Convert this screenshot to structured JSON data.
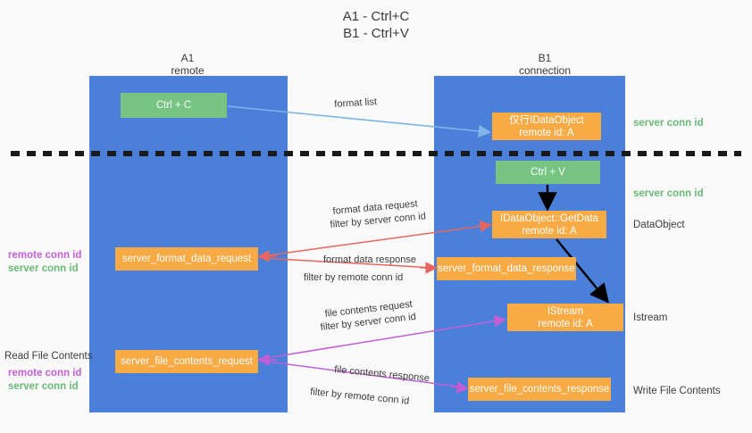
{
  "title": {
    "line1": "A1 - Ctrl+C",
    "line2": "B1 - Ctrl+V"
  },
  "lanes": [
    {
      "id": "a1",
      "name": "A1",
      "role": "remote",
      "color": "#4a80da"
    },
    {
      "id": "b1",
      "name": "B1",
      "role": "connection",
      "color": "#4a80da"
    }
  ],
  "colors": {
    "lane_blue": "#4a80da",
    "green_box": "#77c583",
    "orange_box": "#f8aa45",
    "server_conn_id": "#6aba77",
    "remote_conn_id": "#c45ed6",
    "arrow_light_blue": "#7fb4e8",
    "arrow_red": "#e8665f",
    "arrow_purple": "#c45ed6",
    "arrow_black": "#000000",
    "page_background": "#fafafa",
    "text_dark": "#3c3c3c"
  },
  "boxes": {
    "ctrl_c": {
      "line1": "Ctrl + C",
      "style": "green"
    },
    "idataobject_top": {
      "line1": "仅行IDataObject",
      "line2": "remote id: A",
      "style": "orange"
    },
    "ctrl_v": {
      "line1": "Ctrl + V",
      "style": "green"
    },
    "getdata": {
      "line1": "IDataObject::GetData",
      "line2": "remote id: A",
      "style": "orange"
    },
    "server_format_data_request": {
      "line1": "server_format_data_request",
      "style": "orange"
    },
    "server_format_data_response": {
      "line1": "server_format_data_response",
      "style": "orange"
    },
    "istream": {
      "line1": "IStream",
      "line2": "remote id: A",
      "style": "orange"
    },
    "server_file_contents_request": {
      "line1": "server_file_contents_request",
      "style": "orange"
    },
    "server_file_contents_response": {
      "line1": "server_file_contents_response",
      "style": "orange"
    }
  },
  "arrow_labels": {
    "format_list": "format list",
    "format_data_request": "format data request",
    "format_data_request_filter_prefix": "filter by ",
    "format_data_request_filter_key": "server conn id",
    "format_data_response": "format data response",
    "format_data_response_filter_prefix": "filter by ",
    "format_data_response_filter_key": "remote conn id",
    "file_contents_request": "file contents request",
    "file_contents_request_filter_prefix": "filter by ",
    "file_contents_request_filter_key": "server conn id",
    "file_contents_response": "file contents response",
    "file_contents_response_filter_prefix": "filter by ",
    "file_contents_response_filter_key": "remote conn id"
  },
  "right_labels": {
    "server_conn_id_top": "server conn id",
    "server_conn_id_second": "server conn id",
    "dataobject": "DataObject",
    "istream": "Istream",
    "write_file_contents": "Write File Contents"
  },
  "left_labels": {
    "remote_conn_id_1": "remote conn id",
    "server_conn_id_1": "server conn id",
    "read_file_contents": "Read File Contents",
    "remote_conn_id_2": "remote conn id",
    "server_conn_id_2": "server conn id"
  },
  "divider": {
    "name": "dashed-separator",
    "style": "dashed",
    "color": "#1a1a1a"
  }
}
